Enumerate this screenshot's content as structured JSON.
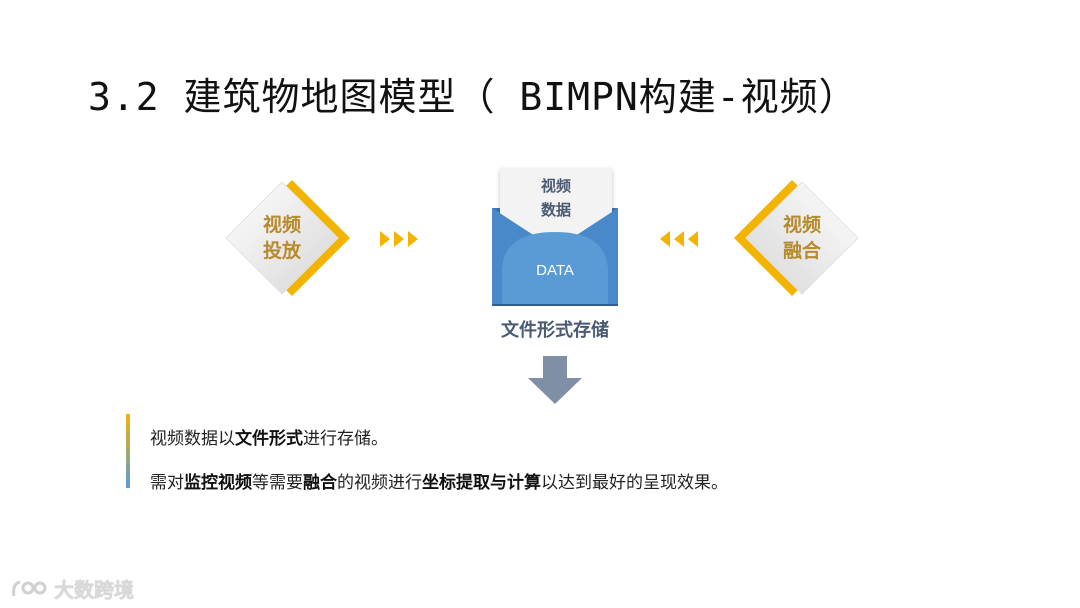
{
  "title": "3.2 建筑物地图模型（ BIMPN构建-视频）",
  "left_node": {
    "line1": "视频",
    "line2": "投放"
  },
  "right_node": {
    "line1": "视频",
    "line2": "融合"
  },
  "envelope": {
    "card_line1": "视频",
    "card_line2": "数据",
    "data_label": "DATA"
  },
  "store_label": "文件形式存储",
  "bullets": [
    [
      {
        "text": "视频数据以",
        "bold": false
      },
      {
        "text": "文件形式",
        "bold": true
      },
      {
        "text": "进行存储。",
        "bold": false
      }
    ],
    [
      {
        "text": "需对",
        "bold": false
      },
      {
        "text": "监控视频",
        "bold": true
      },
      {
        "text": "等需要",
        "bold": false
      },
      {
        "text": "融合",
        "bold": true
      },
      {
        "text": "的视频进行",
        "bold": false
      },
      {
        "text": "坐标提取与计算",
        "bold": true
      },
      {
        "text": "以达到最好的呈现效果。",
        "bold": false
      }
    ]
  ],
  "watermark": {
    "text": "大数跨境"
  },
  "colors": {
    "gold": "#f2b400",
    "blue": "#5b9bd5",
    "blue_dark": "#3c78b5",
    "text_gold": "#b68a2d",
    "slate": "#4a5a73",
    "arrow_gray": "#7f8fa6"
  }
}
